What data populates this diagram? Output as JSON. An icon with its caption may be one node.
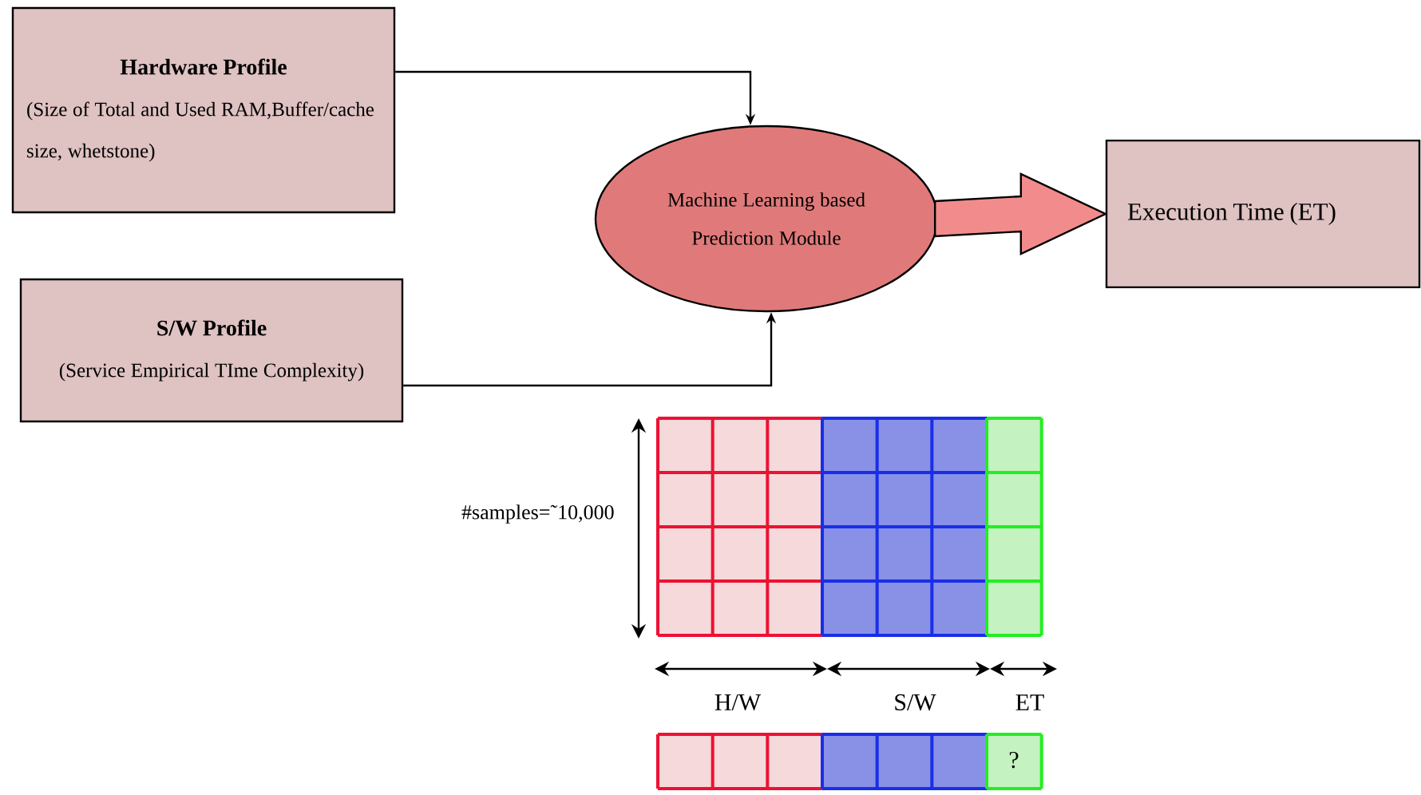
{
  "diagram": {
    "nodes": [
      {
        "text": [
          "Hardware Profile",
          "(Size of Total and Used RAM,Buffer/cache size, whetstone)"
        ]
      },
      {
        "text": [
          "S/W Profile",
          "(Service Empirical TIme Complexity)"
        ]
      },
      {
        "text": [
          "Machine Learning based Prediction Module"
        ]
      },
      {
        "text": [
          "Execution Time (ET)"
        ]
      }
    ],
    "edges": [
      {
        "from": 0,
        "to": 2,
        "arrow": "to"
      },
      {
        "from": 1,
        "to": 2,
        "arrow": "to"
      },
      {
        "from": 2,
        "to": 3,
        "arrow": "to",
        "style": "thick",
        "color": "#f28c8c"
      }
    ],
    "labels": [
      "#samples=˜10,000",
      "H/W",
      "S/W",
      "ET",
      "?"
    ]
  }
}
